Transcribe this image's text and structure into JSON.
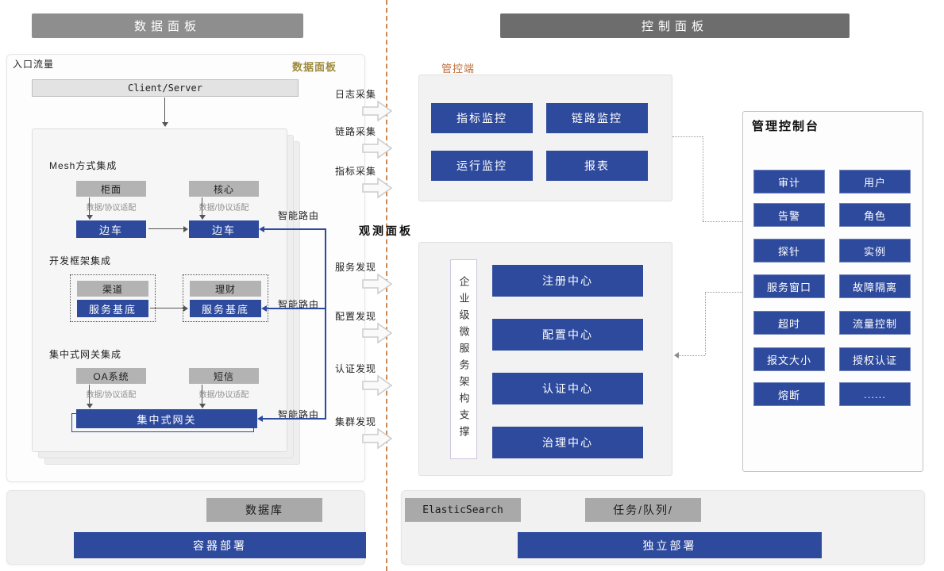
{
  "headers": {
    "left": "数据面板",
    "right": "控制面板"
  },
  "data_panel": {
    "entry_label": "入口流量",
    "corner_label": "数据面板",
    "client_server": "Client/Server",
    "mesh": {
      "title": "Mesh方式集成",
      "left_top": "柜面",
      "right_top": "核心",
      "left_adapter": "数据/协议适配",
      "right_adapter": "数据/协议适配",
      "left_bottom": "边车",
      "right_bottom": "边车",
      "route": "智能路由"
    },
    "framework": {
      "title": "开发框架集成",
      "left_top": "渠道",
      "right_top": "理财",
      "left_bottom": "服务基底",
      "right_bottom": "服务基底",
      "route": "智能路由"
    },
    "gateway": {
      "title": "集中式网关集成",
      "left_top": "OA系统",
      "right_top": "短信",
      "left_adapter": "数据/协议适配",
      "right_adapter": "数据/协议适配",
      "bar": "集中式网关",
      "route": "智能路由"
    }
  },
  "flow": {
    "collect": [
      "日志采集",
      "链路采集",
      "指标采集"
    ],
    "observe_title": "观测面板",
    "discover": [
      "服务发现",
      "配置发现",
      "认证发现",
      "集群发现"
    ]
  },
  "monitor_panel": {
    "label": "管控端",
    "buttons": [
      "指标监控",
      "链路监控",
      "运行监控",
      "报表"
    ]
  },
  "service_panel": {
    "vertical_label": "企业级微服务架构支撑",
    "centers": [
      "注册中心",
      "配置中心",
      "认证中心",
      "治理中心"
    ]
  },
  "console_panel": {
    "title": "管理控制台",
    "buttons": [
      "审计",
      "用户",
      "告警",
      "角色",
      "探针",
      "实例",
      "服务窗口",
      "故障隔离",
      "超时",
      "流量控制",
      "报文大小",
      "授权认证",
      "熔断",
      "......"
    ]
  },
  "bottom": {
    "database": "数据库",
    "container_deploy": "容器部署",
    "elasticsearch": "ElasticSearch",
    "task_queue": "任务/队列/",
    "standalone_deploy": "独立部署"
  },
  "colors": {
    "accent_blue": "#2e4a9d",
    "node_gray": "#b3b3b3",
    "divider_orange": "#cd8951",
    "gold_label": "#9c8a3c",
    "orange_label": "#c0703c"
  }
}
